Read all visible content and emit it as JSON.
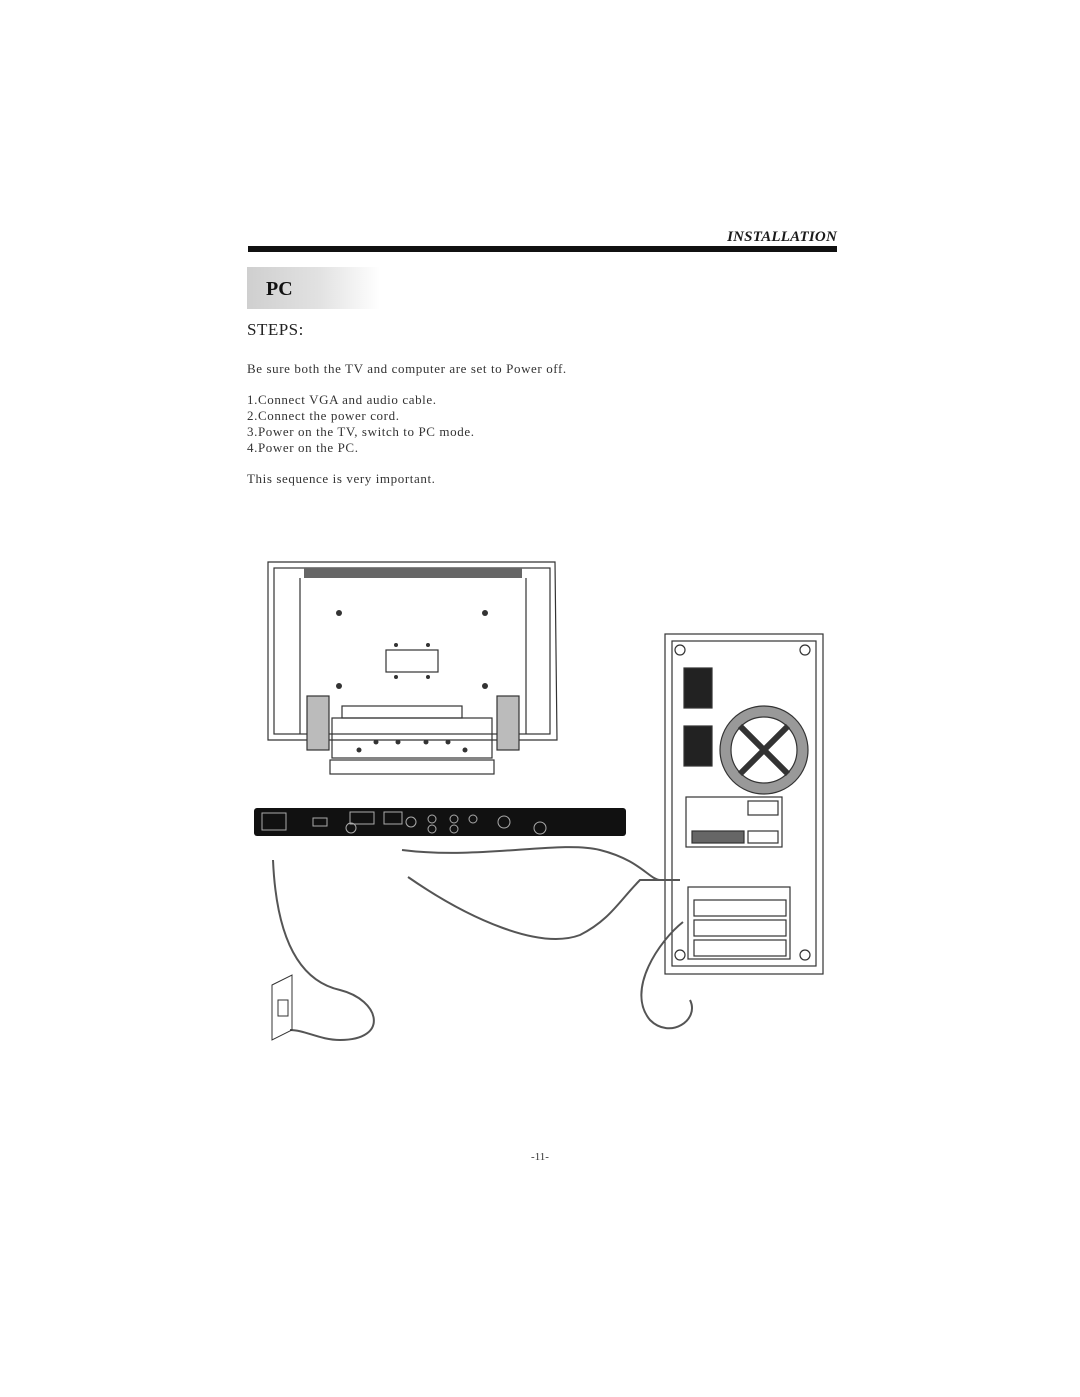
{
  "header": {
    "section_title": "INSTALLATION"
  },
  "tab": {
    "label": "PC"
  },
  "steps": {
    "heading": "STEPS:",
    "intro": "Be sure both the TV and computer are set to  Power off.",
    "items": [
      "1.Connect VGA  and audio cable.",
      "2.Connect the power cord.",
      "3.Power on the TV, switch  to PC mode.",
      "4.Power on the PC."
    ],
    "note": "This sequence is very important."
  },
  "footer": {
    "page_number": "-11-"
  }
}
